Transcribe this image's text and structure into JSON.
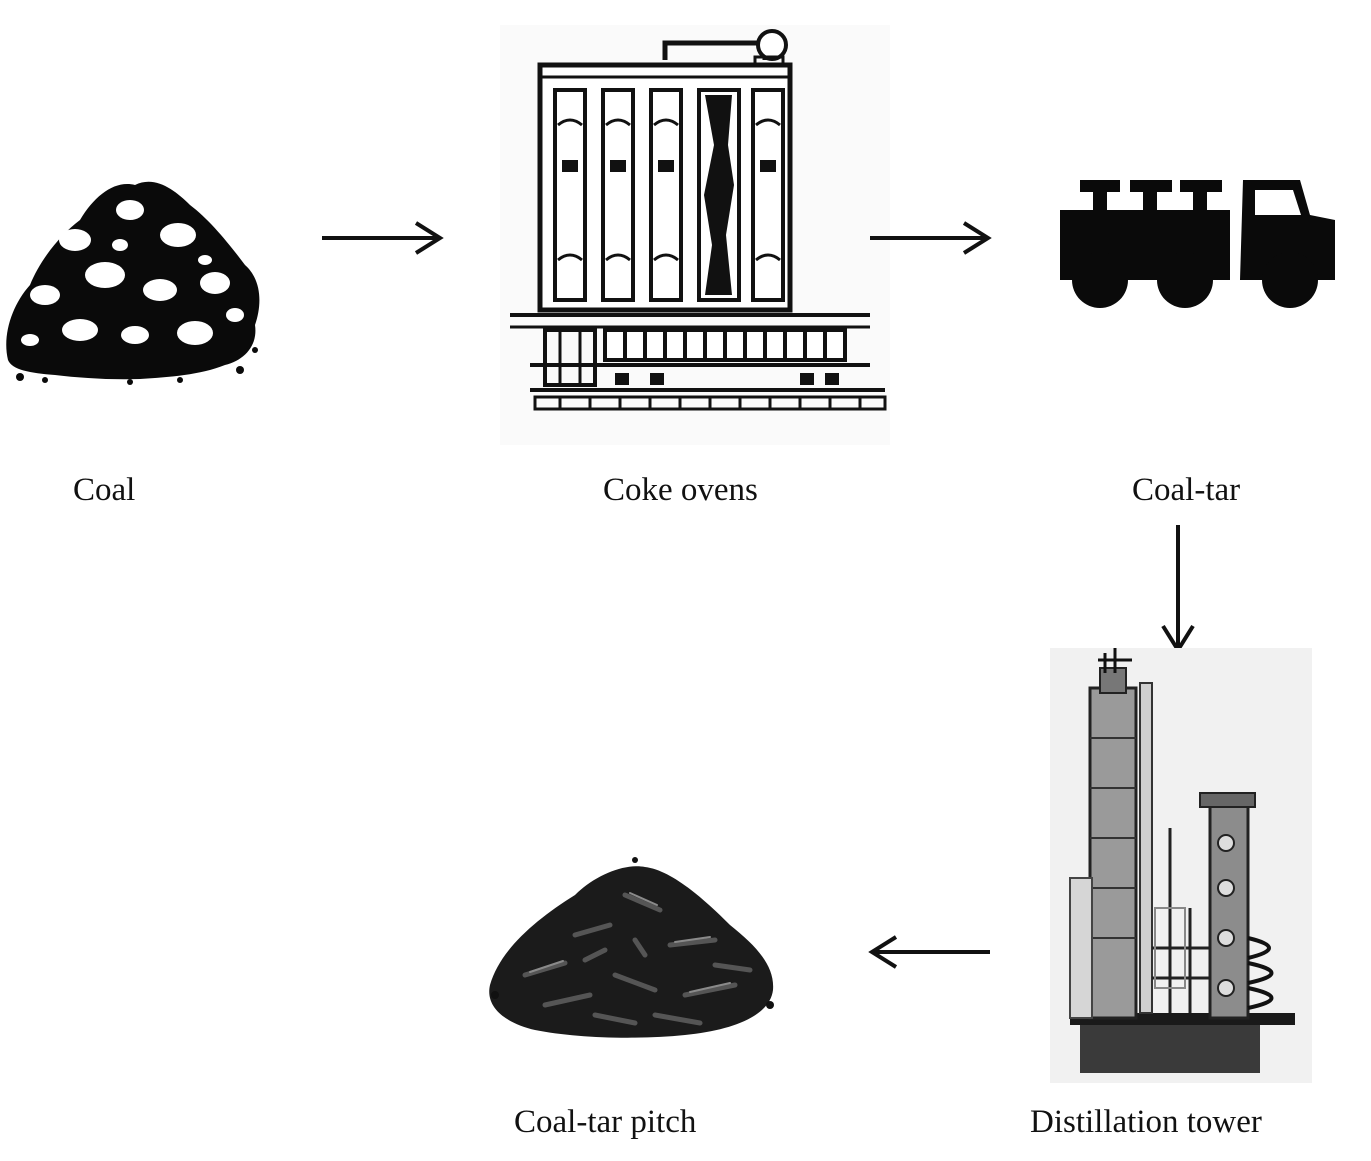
{
  "diagram": {
    "nodes": [
      {
        "id": "coal",
        "label": "Coal",
        "icon": "coal-pile-icon"
      },
      {
        "id": "coke-ovens",
        "label": "Coke ovens",
        "icon": "coke-oven-plant-icon"
      },
      {
        "id": "coal-tar",
        "label": "Coal-tar",
        "icon": "tank-truck-icon"
      },
      {
        "id": "distillation-tower",
        "label": "Distillation tower",
        "icon": "distillation-tower-icon"
      },
      {
        "id": "coal-tar-pitch",
        "label": "Coal-tar pitch",
        "icon": "pitch-granules-icon"
      }
    ],
    "edges": [
      {
        "from": "coal",
        "to": "coke-ovens"
      },
      {
        "from": "coke-ovens",
        "to": "coal-tar"
      },
      {
        "from": "coal-tar",
        "to": "distillation-tower"
      },
      {
        "from": "distillation-tower",
        "to": "coal-tar-pitch"
      }
    ]
  }
}
